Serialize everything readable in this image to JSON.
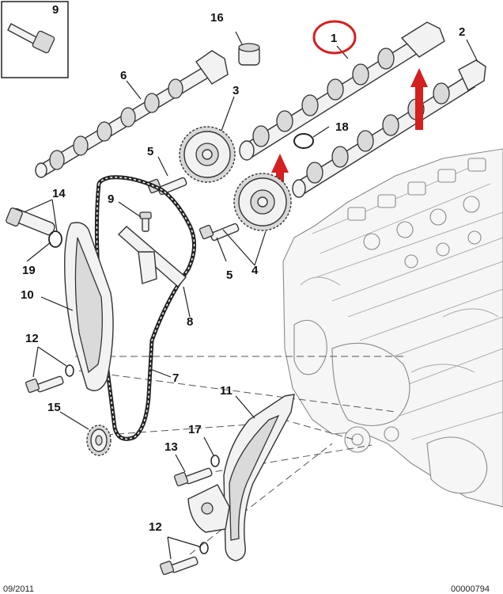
{
  "callouts": {
    "c1": "1",
    "c2": "2",
    "c3": "3",
    "c4": "4",
    "c5a": "5",
    "c5b": "5",
    "c6": "6",
    "c7": "7",
    "c8": "8",
    "c9a": "9",
    "c9b": "9",
    "c10": "10",
    "c11": "11",
    "c12a": "12",
    "c12b": "12",
    "c13": "13",
    "c14": "14",
    "c15": "15",
    "c16": "16",
    "c17": "17",
    "c18": "18",
    "c19": "19"
  },
  "footer": {
    "left": "09/2011",
    "right": "00000794"
  },
  "colors": {
    "highlight_ring": "#d42020",
    "arrow": "#d42020",
    "outline": "#333333"
  }
}
